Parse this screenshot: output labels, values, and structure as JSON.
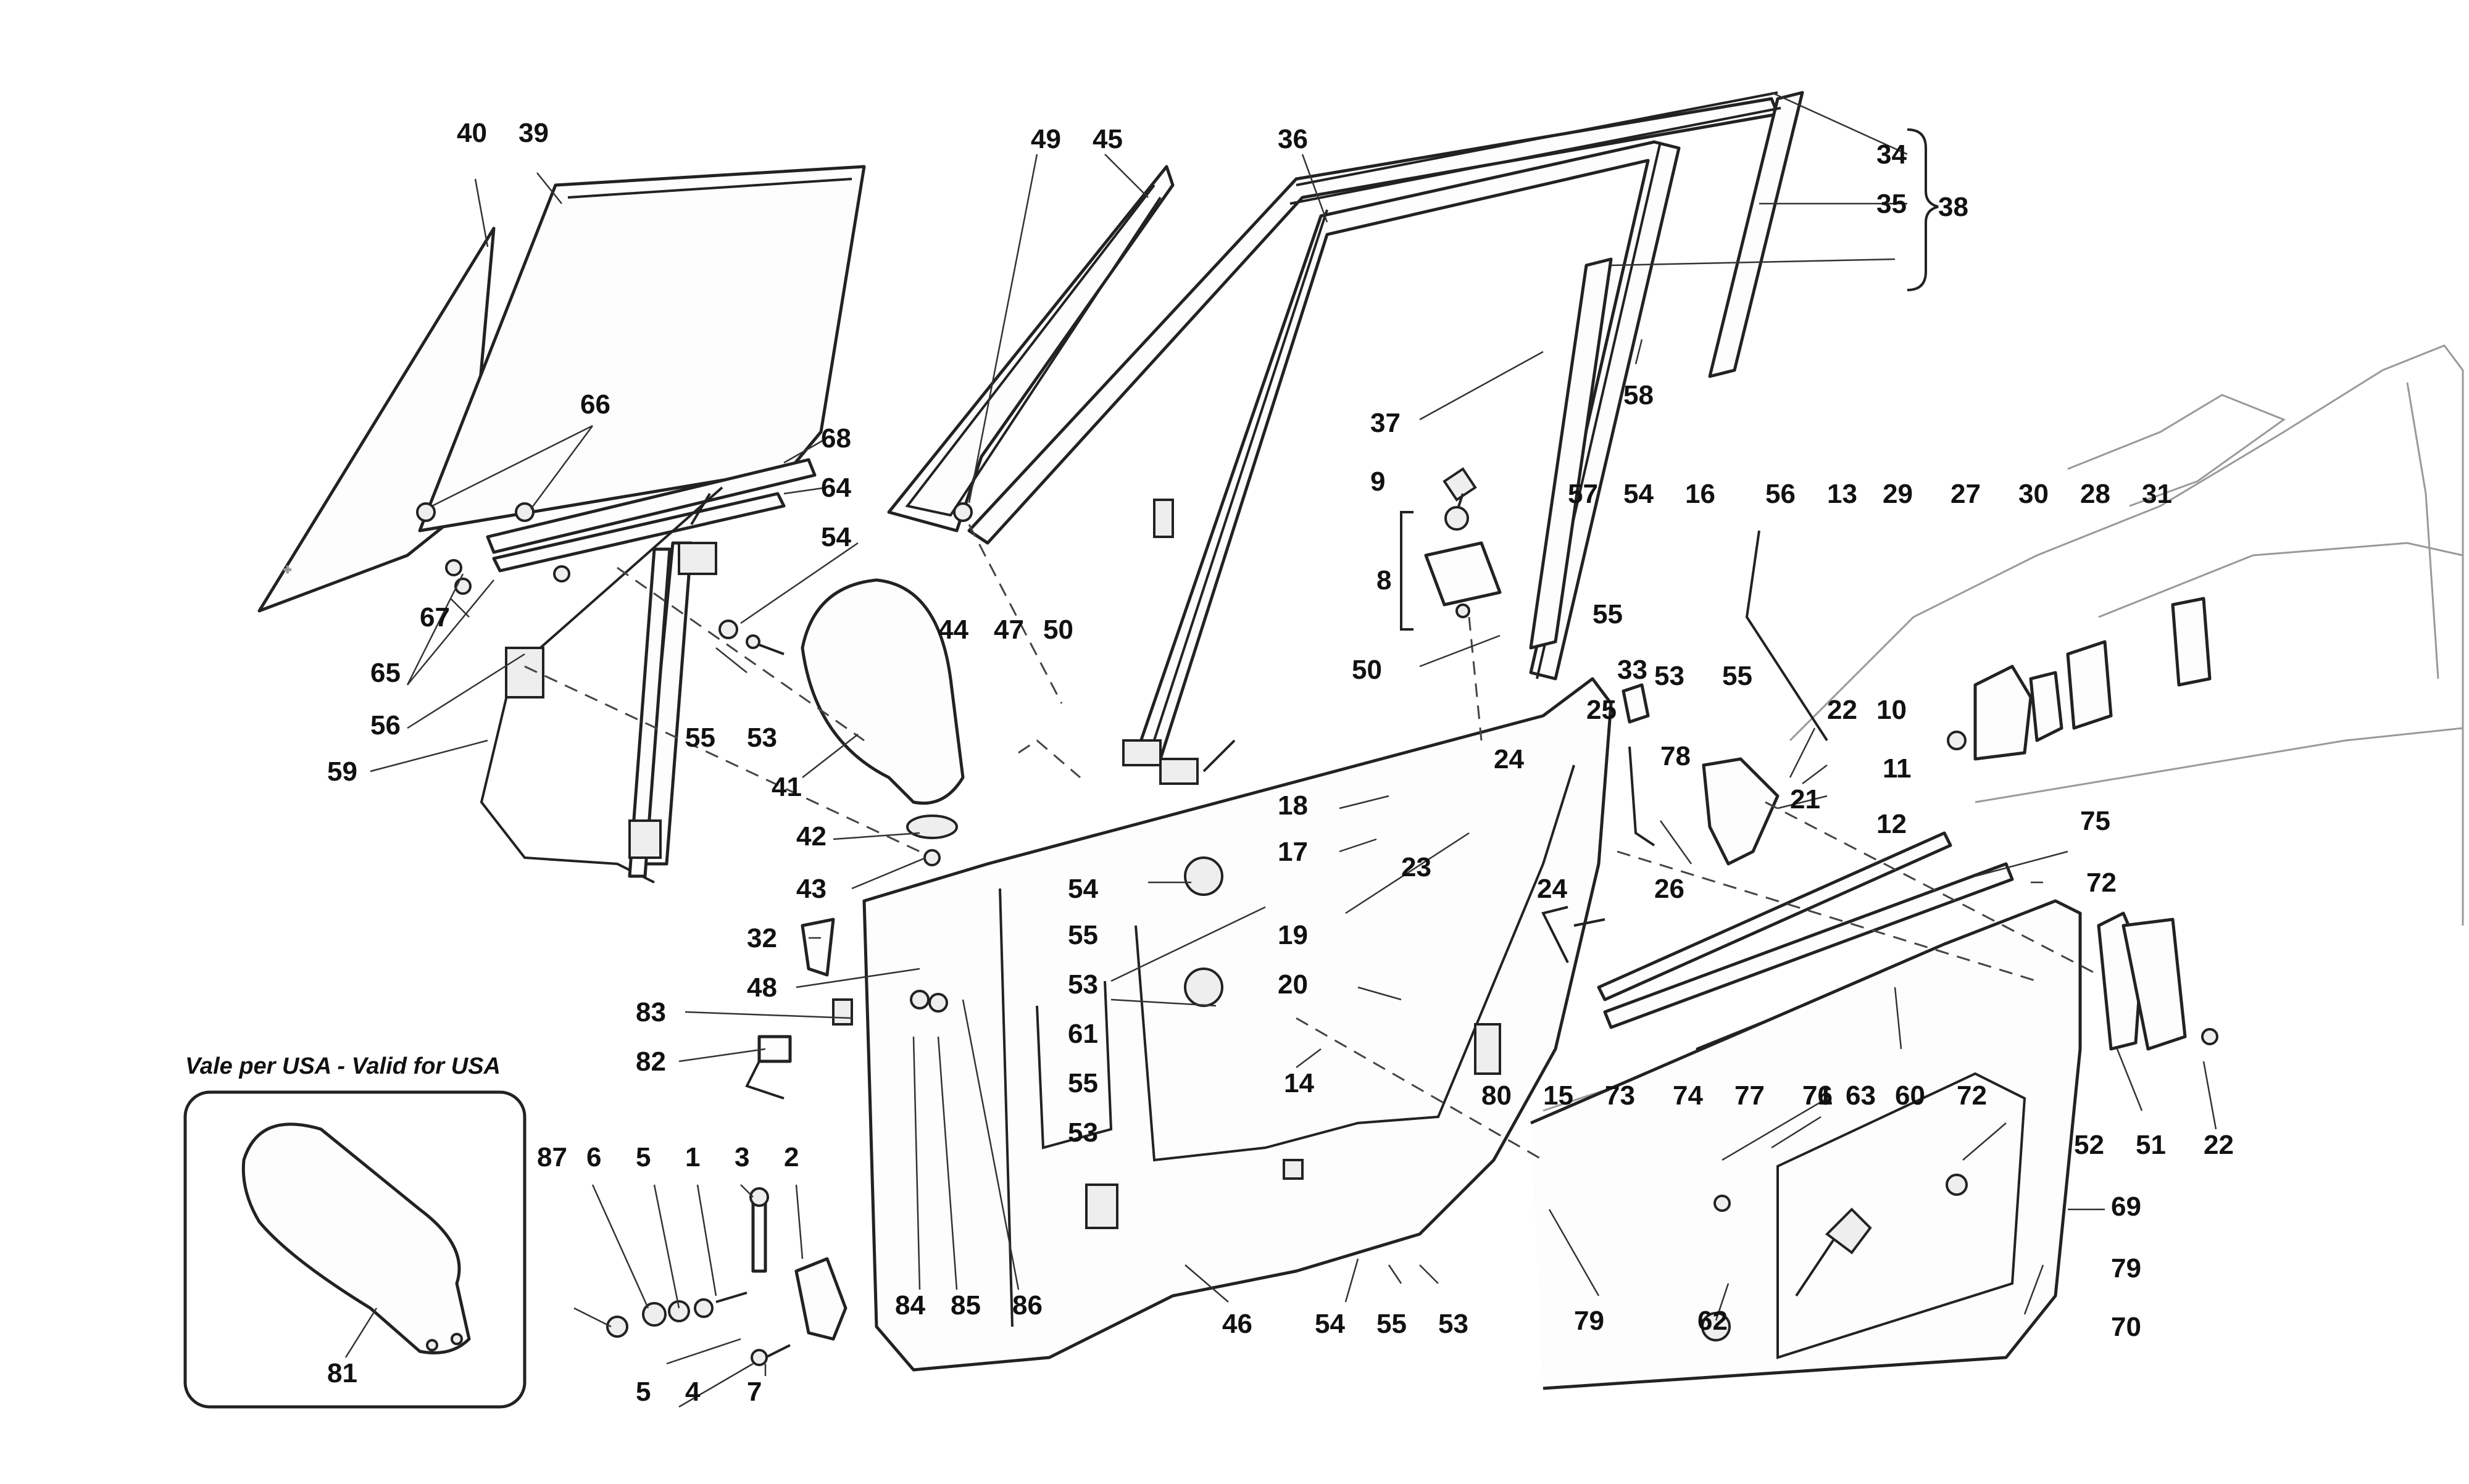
{
  "inset": {
    "title": "Vale per USA - Valid for USA",
    "part_label": "81"
  },
  "labels": {
    "l40": "40",
    "l39": "39",
    "l49": "49",
    "l45": "45",
    "l36": "36",
    "l34": "34",
    "l35": "35",
    "l38": "38",
    "l58": "58",
    "l37": "37",
    "l9": "9",
    "l8": "8",
    "l57": "57",
    "l54a": "54",
    "l16": "16",
    "l56a": "56",
    "l13": "13",
    "l29": "29",
    "l27": "27",
    "l30": "30",
    "l28": "28",
    "l31": "31",
    "l66": "66",
    "l68": "68",
    "l64": "64",
    "l54b": "54",
    "l67": "67",
    "l65": "65",
    "l56b": "56",
    "l55a": "55",
    "l53a": "53",
    "l59": "59",
    "l41": "41",
    "l44": "44",
    "l47": "47",
    "l50a": "50",
    "l50b": "50",
    "l55b": "55",
    "l53b": "53",
    "l55c": "55",
    "l33": "33",
    "l25": "25",
    "l22a": "22",
    "l10": "10",
    "l11": "11",
    "l12": "12",
    "l21": "21",
    "l78": "78",
    "l24a": "24",
    "l18": "18",
    "l17": "17",
    "l23": "23",
    "l24b": "24",
    "l26": "26",
    "l42": "42",
    "l43": "43",
    "l54c": "54",
    "l55d": "55",
    "l53c": "53",
    "l19": "19",
    "l20": "20",
    "l32": "32",
    "l48": "48",
    "l83": "83",
    "l82": "82",
    "l61": "61",
    "l55e": "55",
    "l53d": "53",
    "l14": "14",
    "l80": "80",
    "l15": "15",
    "l73": "73",
    "l74": "74",
    "l77": "77",
    "l76": "76",
    "l75": "75",
    "l72a": "72",
    "l52": "52",
    "l51": "51",
    "l22b": "22",
    "l71": "71",
    "l63": "63",
    "l60": "60",
    "l72b": "72",
    "l69": "69",
    "l79a": "79",
    "l79b": "79",
    "l70": "70",
    "l62": "62",
    "l87": "87",
    "l6": "6",
    "l5a": "5",
    "l1": "1",
    "l3": "3",
    "l2": "2",
    "l5b": "5",
    "l4": "4",
    "l7": "7",
    "l84": "84",
    "l85": "85",
    "l86": "86",
    "l46": "46",
    "l54d": "54",
    "l55f": "55",
    "l53e": "53"
  }
}
